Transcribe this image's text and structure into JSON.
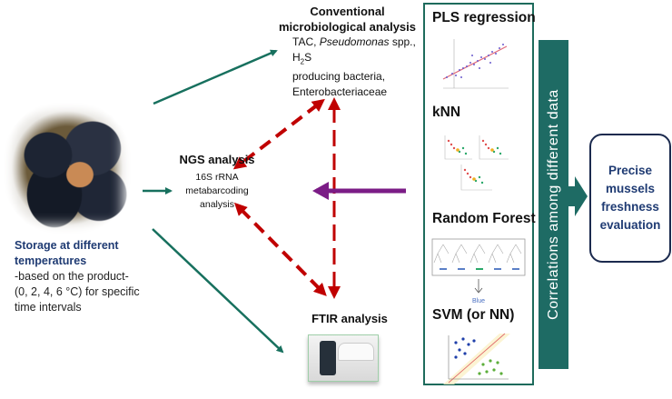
{
  "storage": {
    "image_alt": "mussels-photo",
    "title_line1": "Storage at different",
    "title_line2": "temperatures",
    "desc_line1": "-based on the product-",
    "desc_line2": "(0, 2, 4, 6 °C) for specific",
    "desc_line3": "time intervals"
  },
  "conventional": {
    "title_line1": "Conventional",
    "title_line2": "microbiological analysis",
    "desc_prefix": "TAC, ",
    "desc_italic": "Pseudomonas",
    "desc_mid": " spp., H",
    "desc_sub": "2",
    "desc_suffix": "S",
    "desc_line2": "producing bacteria,",
    "desc_line3": "Enterobacteriaceae"
  },
  "ngs": {
    "title": "NGS analysis",
    "desc_line1": "16S rRNA",
    "desc_line2": "metabarcoding",
    "desc_line3": "analysis"
  },
  "ftir": {
    "title": "FTIR analysis"
  },
  "methods": [
    {
      "label": "PLS regression"
    },
    {
      "label": "kNN"
    },
    {
      "label": "Random Forest",
      "output_label": "Blue"
    },
    {
      "label": "SVM (or NN)"
    }
  ],
  "correlation_bar": {
    "text": "Correlations among different data"
  },
  "result": {
    "line1": "Precise",
    "line2": "mussels",
    "line3": "freshness",
    "line4": "evaluation"
  },
  "colors": {
    "green_arrow": "#17705e",
    "red_dashed": "#c00000",
    "purple_arrow": "#7b1c86",
    "teal_bar": "#1e6b64",
    "navy_text": "#1f3b73"
  }
}
